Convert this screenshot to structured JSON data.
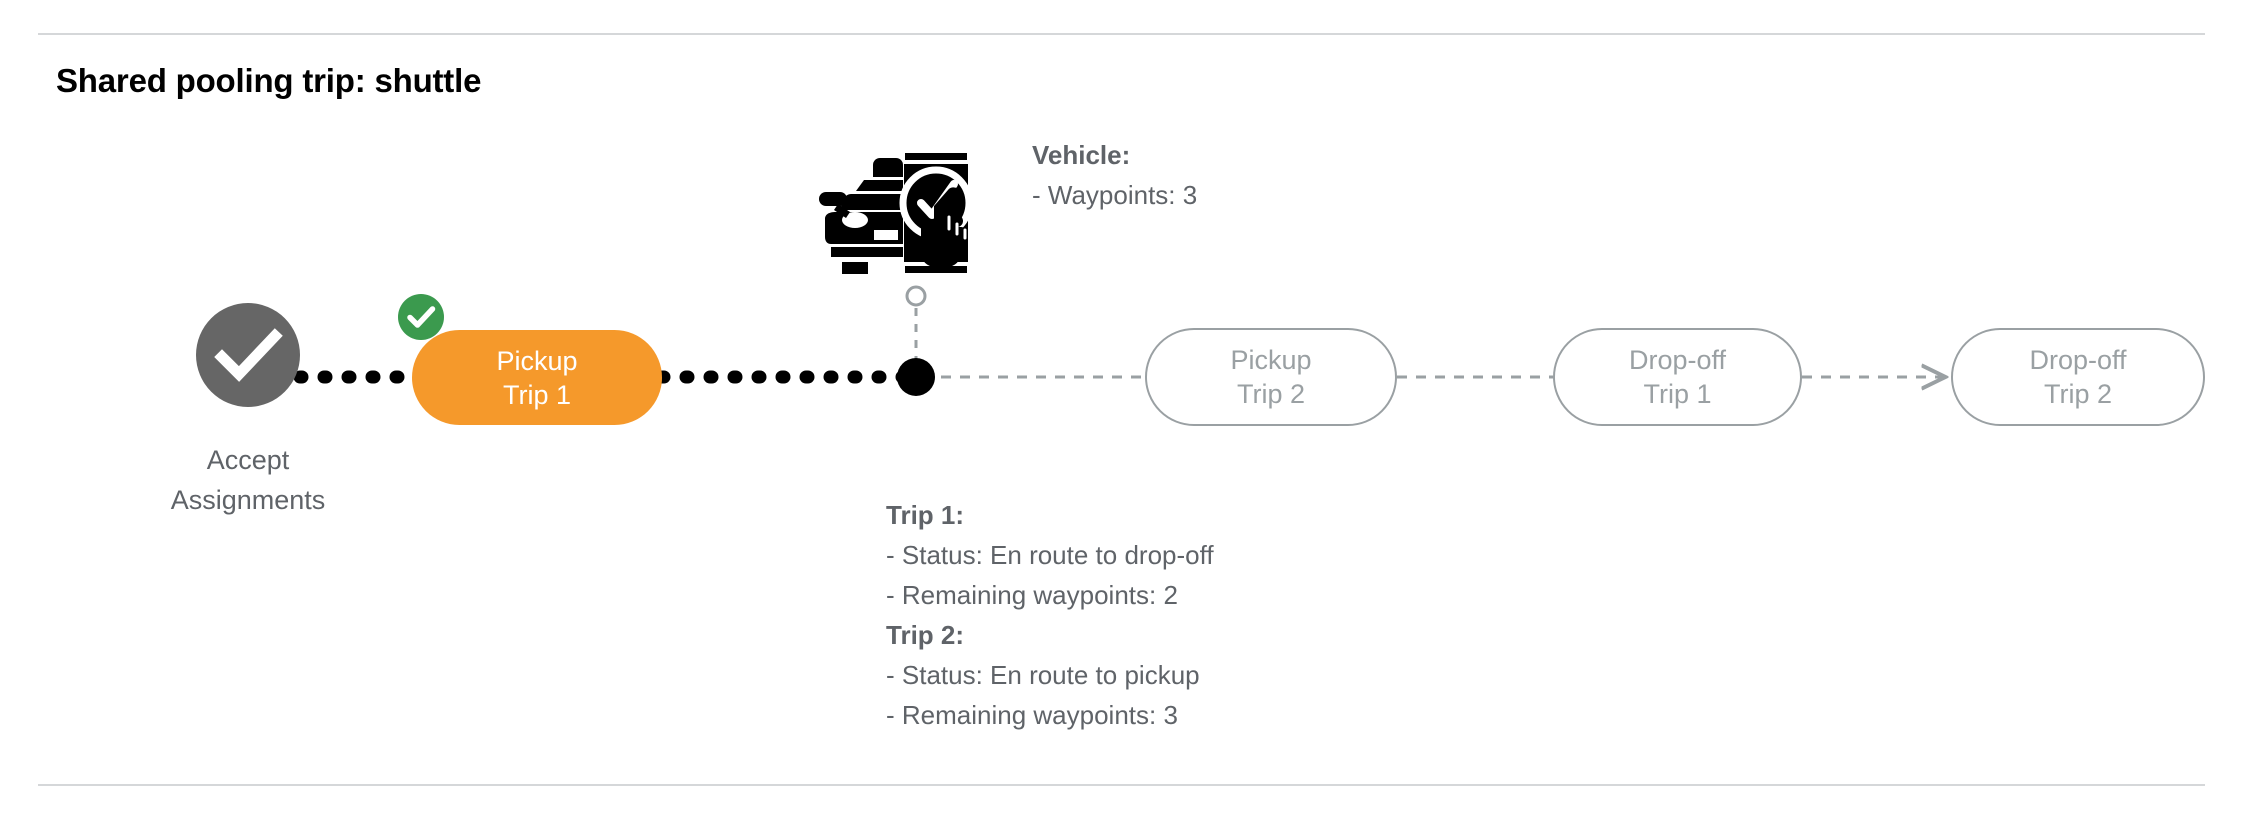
{
  "header": {
    "title": "Shared pooling trip: shuttle"
  },
  "colors": {
    "active_node": "#f5992b",
    "done_badge": "#3b9a4e",
    "start_node": "#666666",
    "pending_node_border": "#9aa0a3",
    "pending_node_text": "#9aa0a3",
    "annotation_text": "#5f6368",
    "rule": "#d5d7d9"
  },
  "flow": {
    "start": {
      "icon": "check-circle-icon",
      "label_line1": "Accept",
      "label_line2": "Assignments",
      "state": "completed"
    },
    "nodes": [
      {
        "id": "pickup-trip-1",
        "line1": "Pickup",
        "line2": "Trip 1",
        "state": "active",
        "badge": "check-badge-icon"
      },
      {
        "id": "pickup-trip-2",
        "line1": "Pickup",
        "line2": "Trip 2",
        "state": "pending"
      },
      {
        "id": "dropoff-trip-1",
        "line1": "Drop-off",
        "line2": "Trip 1",
        "state": "pending"
      },
      {
        "id": "dropoff-trip-2",
        "line1": "Drop-off",
        "line2": "Trip 2",
        "state": "pending"
      }
    ],
    "current_position_marker": "vehicle-position-dot"
  },
  "vehicle_annotation": {
    "icon": "car-phone-check-icon",
    "heading": "Vehicle",
    "heading_suffix": ":",
    "rows": [
      "- Waypoints: 3"
    ]
  },
  "trip_annotations": [
    {
      "heading": "Trip 1",
      "heading_suffix": ":",
      "rows": [
        "- Status:  En route to drop-off",
        "- Remaining waypoints: 2"
      ]
    },
    {
      "heading": "Trip 2",
      "heading_suffix": ":",
      "rows": [
        "- Status:  En route to pickup",
        "- Remaining waypoints: 3"
      ]
    }
  ]
}
